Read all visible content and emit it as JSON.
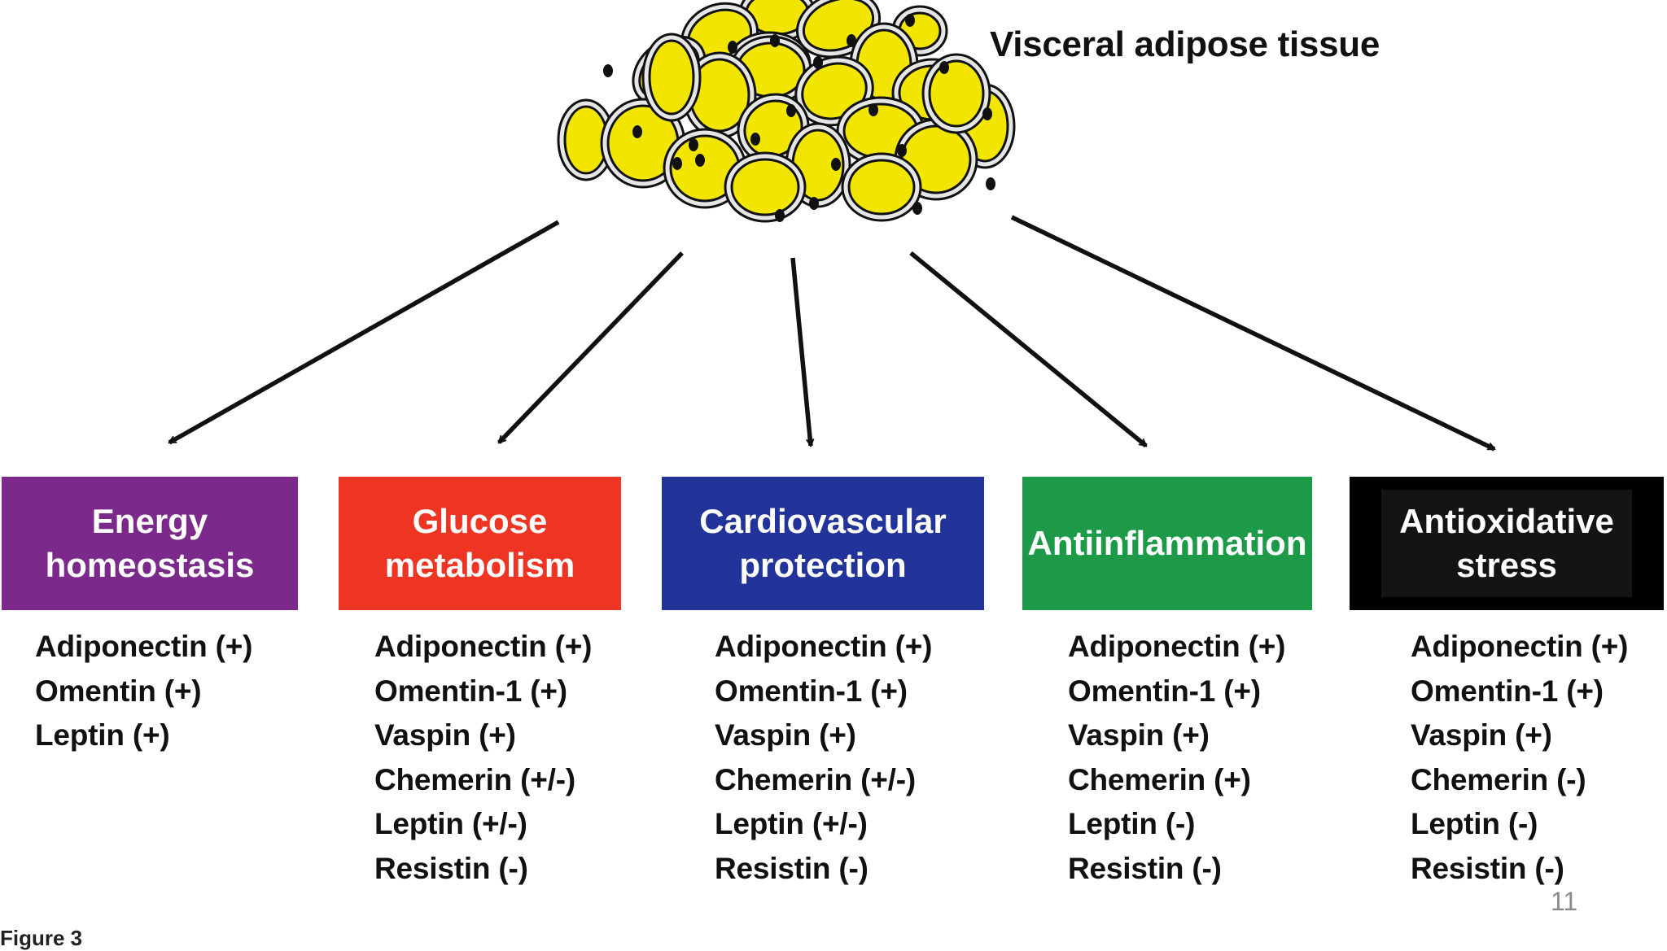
{
  "tissue_label": "Visceral adipose tissue",
  "categories": [
    {
      "key": "energy",
      "title": "Energy\nhomeostasis",
      "color": "#7b2a8b",
      "items": [
        "Adiponectin (+)",
        "Omentin (+)",
        "Leptin (+)"
      ]
    },
    {
      "key": "glucose",
      "title": "Glucose\nmetabolism",
      "color": "#ee3524",
      "items": [
        "Adiponectin (+)",
        "Omentin-1 (+)",
        "Vaspin (+)",
        "Chemerin (+/-)",
        "Leptin (+/-)",
        "Resistin (-)"
      ]
    },
    {
      "key": "cardio",
      "title": "Cardiovascular\nprotection",
      "color": "#22349a",
      "items": [
        "Adiponectin (+)",
        "Omentin-1 (+)",
        "Vaspin (+)",
        "Chemerin (+/-)",
        "Leptin (+/-)",
        "Resistin (-)"
      ]
    },
    {
      "key": "antiinflammation",
      "title": "Antiinflammation",
      "color": "#1d9a48",
      "items": [
        "Adiponectin (+)",
        "Omentin-1 (+)",
        "Vaspin (+)",
        "Chemerin (+)",
        "Leptin (-)",
        "Resistin (-)"
      ]
    },
    {
      "key": "antioxidative",
      "title": "Antioxidative\nstress",
      "color": "#000000",
      "items": [
        "Adiponectin (+)",
        "Omentin-1 (+)",
        "Vaspin (+)",
        "Chemerin (-)",
        "Leptin (-)",
        "Resistin (-)"
      ]
    }
  ],
  "colors": {
    "fat_droplet": "#f2e600",
    "cell_fill": "#e6e6e6",
    "outline": "#111111"
  },
  "page_number": "11",
  "caption_partial": "Figure 3"
}
